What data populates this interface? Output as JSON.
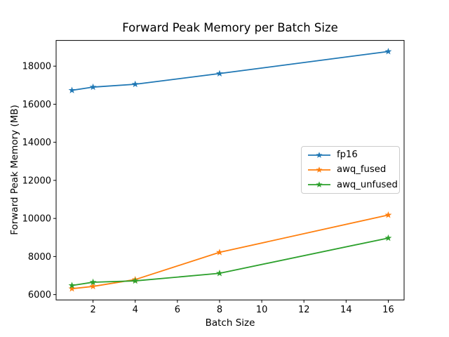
{
  "chart_data": {
    "type": "line",
    "title": "Forward Peak Memory per Batch Size",
    "xlabel": "Batch Size",
    "ylabel": "Forward Peak Memory (MB)",
    "x": [
      1,
      2,
      4,
      8,
      16
    ],
    "series": [
      {
        "name": "fp16",
        "color": "#1f77b4",
        "values": [
          16730,
          16900,
          17050,
          17610,
          18770
        ]
      },
      {
        "name": "awq_fused",
        "color": "#ff7f0e",
        "values": [
          6310,
          6430,
          6790,
          8220,
          10180
        ]
      },
      {
        "name": "awq_unfused",
        "color": "#2ca02c",
        "values": [
          6480,
          6650,
          6720,
          7120,
          8970
        ]
      }
    ],
    "marker": "star",
    "line_width": 1.8,
    "xticks": [
      2,
      4,
      6,
      8,
      10,
      12,
      14,
      16
    ],
    "yticks": [
      6000,
      8000,
      10000,
      12000,
      14000,
      16000,
      18000
    ],
    "xlim": [
      0.25,
      16.75
    ],
    "ylim": [
      5720,
      19350
    ],
    "grid": false,
    "legend": {
      "position": "center right",
      "entries": [
        "fp16",
        "awq_fused",
        "awq_unfused"
      ]
    },
    "background_color": "#ffffff",
    "axes_edge_color": "#000000"
  }
}
